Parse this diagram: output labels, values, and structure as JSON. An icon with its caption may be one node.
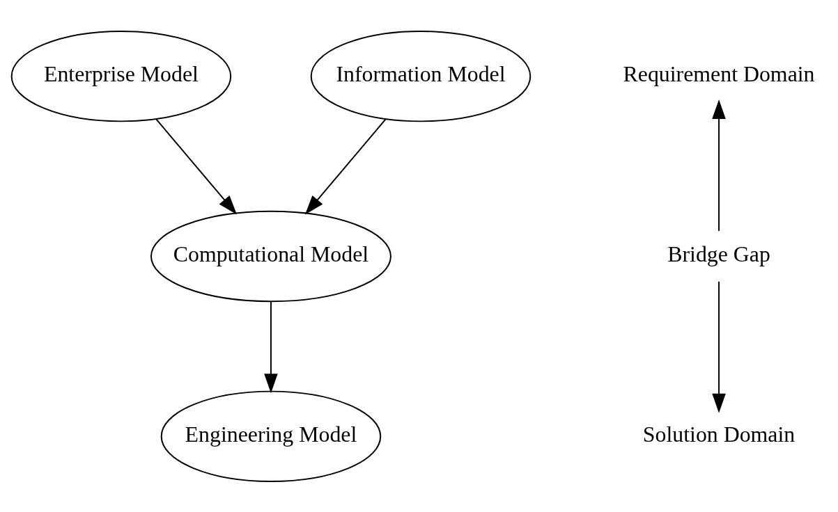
{
  "diagram": {
    "nodes": [
      {
        "text": [
          "Enterprise Model"
        ]
      },
      {
        "text": [
          "Information Model"
        ]
      },
      {
        "text": [
          "Computational Model"
        ]
      },
      {
        "text": [
          "Engineering Model"
        ]
      },
      {
        "text": [
          "Requirement Domain"
        ]
      },
      {
        "text": [
          "Bridge Gap"
        ]
      },
      {
        "text": [
          "Solution Domain"
        ]
      }
    ],
    "edges": [
      {
        "from": 0,
        "to": 2,
        "arrow": "to"
      },
      {
        "from": 1,
        "to": 2,
        "arrow": "to"
      },
      {
        "from": 2,
        "to": 3,
        "arrow": "to"
      },
      {
        "from": 5,
        "to": 4,
        "arrow": "to"
      },
      {
        "from": 5,
        "to": 6,
        "arrow": "to"
      }
    ]
  }
}
